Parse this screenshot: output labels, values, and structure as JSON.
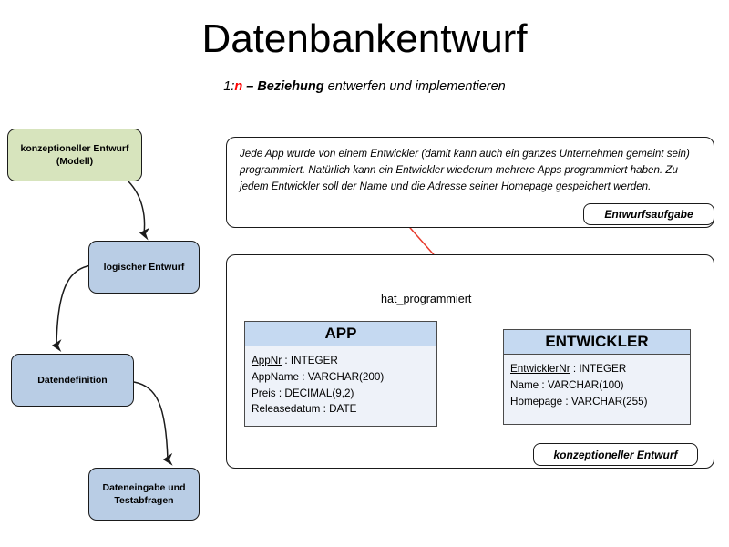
{
  "header": {
    "title": "Datenbankentwurf",
    "subtitle_prefix": "1:",
    "subtitle_red": "n",
    "subtitle_bold": " – Beziehung",
    "subtitle_rest": " entwerfen und implementieren"
  },
  "flow": {
    "items": [
      {
        "label": "konzeptioneller Entwurf (Modell)",
        "color": "#d7e4bd"
      },
      {
        "label": "logischer Entwurf",
        "color": "#b9cde5"
      },
      {
        "label": "Datendefinition",
        "color": "#b9cde5"
      },
      {
        "label": "Dateneingabe und Testabfragen",
        "color": "#b9cde5"
      }
    ]
  },
  "task": {
    "text": "Jede App wurde von einem Entwickler (damit kann auch ein ganzes Unternehmen gemeint sein) programmiert. Natürlich kann ein Entwickler wiederum mehrere Apps programmiert haben. Zu jedem Entwickler soll der Name und die Adresse seiner Homepage gespeichert werden.",
    "caption": "Entwurfsaufgabe"
  },
  "diagram": {
    "caption": "konzeptioneller Entwurf",
    "relationship_label": "hat_programmiert",
    "entities": [
      {
        "name": "APP",
        "attributes": [
          {
            "key": "AppNr",
            "type": " : INTEGER",
            "pk": true
          },
          {
            "key": "AppName",
            "type": " : VARCHAR(200)",
            "pk": false
          },
          {
            "key": "Preis",
            "type": " : DECIMAL(9,2)",
            "pk": false
          },
          {
            "key": "Releasedatum",
            "type": " : DATE",
            "pk": false
          }
        ]
      },
      {
        "name": "ENTWICKLER",
        "attributes": [
          {
            "key": "EntwicklerNr",
            "type": " : INTEGER",
            "pk": true
          },
          {
            "key": "Name",
            "type": " : VARCHAR(100)",
            "pk": false
          },
          {
            "key": "Homepage",
            "type": " : VARCHAR(255)",
            "pk": false
          }
        ]
      }
    ]
  },
  "colors": {
    "green_box": "#d7e4bd",
    "blue_box": "#b9cde5",
    "entity_header": "#c5d9f1",
    "entity_body": "#eef2f9",
    "accent_red": "#ff0000",
    "line": "#1a1a1a"
  }
}
